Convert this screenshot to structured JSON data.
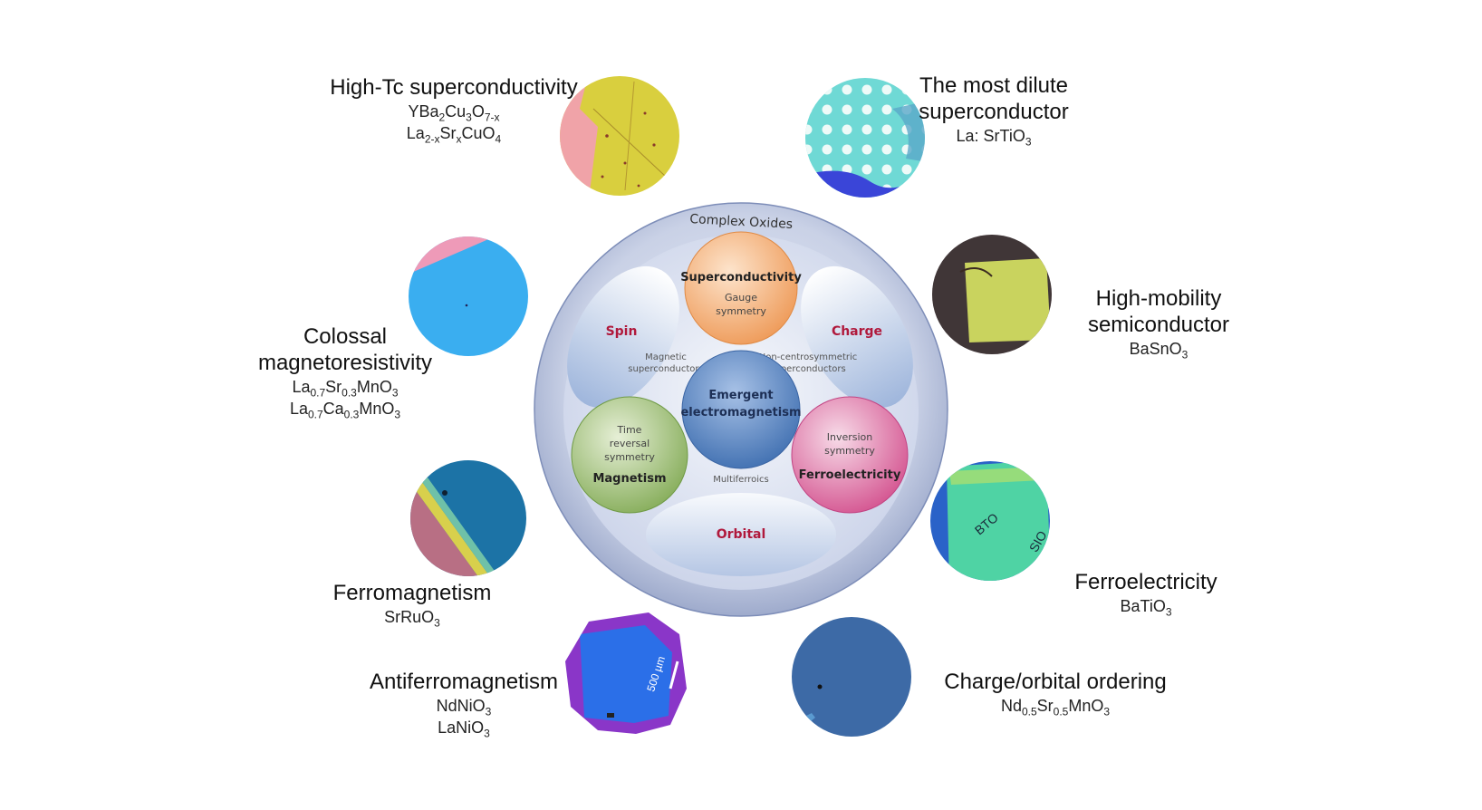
{
  "hub": {
    "outer_title": "Complex Oxides",
    "superconductivity": {
      "title": "Superconductivity",
      "sub1": "Gauge",
      "sub2": "symmetry"
    },
    "spin": "Spin",
    "charge": "Charge",
    "magnetic_sc_1": "Magnetic",
    "magnetic_sc_2": "superconductors",
    "noncentro_1": "Non-centrosymmetric",
    "noncentro_2": "superconductors",
    "emergent_1": "Emergent",
    "emergent_2": "electromagnetism",
    "magnetism": {
      "title": "Magnetism",
      "sub1": "Time",
      "sub2": "reversal",
      "sub3": "symmetry"
    },
    "ferroelectricity": {
      "title": "Ferroelectricity",
      "sub1": "Inversion",
      "sub2": "symmetry"
    },
    "multiferroics": "Multiferroics",
    "orbital": "Orbital"
  },
  "images": {
    "bto_label": "BTO",
    "sio_label": "SIO",
    "scale_bar": "500 µm"
  },
  "labels": {
    "high_tc": {
      "title": "High-Tc superconductivity",
      "f1": [
        [
          "YBa",
          "n"
        ],
        [
          "2",
          "sub"
        ],
        [
          "Cu",
          "n"
        ],
        [
          "3",
          "sub"
        ],
        [
          "O",
          "n"
        ],
        [
          "7-x",
          "sub"
        ]
      ],
      "f2": [
        [
          "La",
          "n"
        ],
        [
          "2-x",
          "sub"
        ],
        [
          "Sr",
          "n"
        ],
        [
          "x",
          "sub"
        ],
        [
          "CuO",
          "n"
        ],
        [
          "4",
          "sub"
        ]
      ]
    },
    "dilute": {
      "title1": "The most dilute",
      "title2": "superconductor",
      "f1": [
        [
          "La: SrTiO",
          "n"
        ],
        [
          "3",
          "sub"
        ]
      ]
    },
    "colossal": {
      "title1": "Colossal",
      "title2": "magnetoresistivity",
      "f1": [
        [
          "La",
          "n"
        ],
        [
          "0.7",
          "sub"
        ],
        [
          "Sr",
          "n"
        ],
        [
          "0.3",
          "sub"
        ],
        [
          "MnO",
          "n"
        ],
        [
          "3",
          "sub"
        ]
      ],
      "f2": [
        [
          "La",
          "n"
        ],
        [
          "0.7",
          "sub"
        ],
        [
          "Ca",
          "n"
        ],
        [
          "0.3",
          "sub"
        ],
        [
          "MnO",
          "n"
        ],
        [
          "3",
          "sub"
        ]
      ]
    },
    "mobility": {
      "title1": "High-mobility",
      "title2": "semiconductor",
      "f1": [
        [
          "BaSnO",
          "n"
        ],
        [
          "3",
          "sub"
        ]
      ]
    },
    "ferromag": {
      "title": "Ferromagnetism",
      "f1": [
        [
          "SrRuO",
          "n"
        ],
        [
          "3",
          "sub"
        ]
      ]
    },
    "ferroel": {
      "title": "Ferroelectricity",
      "f1": [
        [
          "BaTiO",
          "n"
        ],
        [
          "3",
          "sub"
        ]
      ]
    },
    "antiferro": {
      "title": "Antiferromagnetism",
      "f1": [
        [
          "NdNiO",
          "n"
        ],
        [
          "3",
          "sub"
        ]
      ],
      "f2": [
        [
          "LaNiO",
          "n"
        ],
        [
          "3",
          "sub"
        ]
      ]
    },
    "chargeorb": {
      "title": "Charge/orbital ordering",
      "f1": [
        [
          "Nd",
          "n"
        ],
        [
          "0.5",
          "sub"
        ],
        [
          "Sr",
          "n"
        ],
        [
          "0.5",
          "sub"
        ],
        [
          "MnO",
          "n"
        ],
        [
          "3",
          "sub"
        ]
      ]
    }
  },
  "colors": {
    "ring": "#b8c3de",
    "ring_inner": "#d9e0ef",
    "superconductivity": "#f0a468",
    "magnetism": "#94b86a",
    "ferroelectricity": "#d9649a",
    "emergent": "#4e7dbd",
    "spin_charge_label": "#b0193c"
  }
}
